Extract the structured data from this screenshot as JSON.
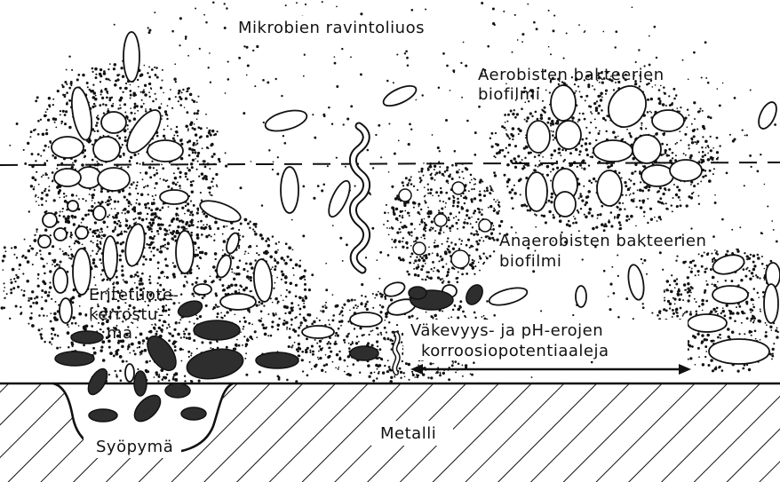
{
  "diagram": {
    "labels": {
      "nutrient_solution": "Mikrobien ravintoliuos",
      "aerobic_line1": "Aerobisten bakteerien",
      "aerobic_line2": "biofilmi",
      "anaerobic_line1": "Anaerobisten bakteerien",
      "anaerobic_line2": "biofilmi",
      "secretion_line1": "Eritetuote-",
      "secretion_line2": "kerrostu-",
      "secretion_line3": "ma",
      "potential_line1": "Väkevyys- ja pH-erojen",
      "potential_line2": "korroosiopotentiaaleja",
      "pit": "Syöpymä",
      "metal": "Metalli"
    },
    "colors": {
      "ink": "#111111",
      "dark_deposit": "#2e2e2e",
      "background": "#ffffff"
    }
  }
}
